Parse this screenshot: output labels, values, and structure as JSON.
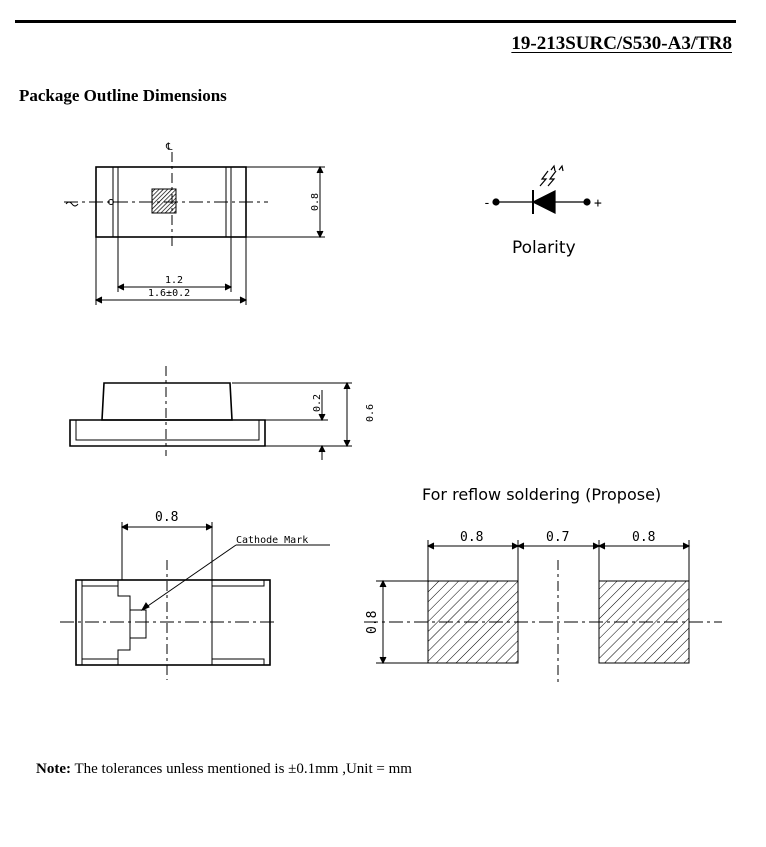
{
  "header": {
    "part_number": "19-213SURC/S530-A3/TR8"
  },
  "section": {
    "title": "Package Outline Dimensions"
  },
  "top_view": {
    "height_dim": "0.8",
    "inner_width_dim": "1.2",
    "total_width_dim": "1.6±0.2",
    "centerline_mark": "℄"
  },
  "side_view": {
    "lens_height_dim": "0.2",
    "total_height_dim": "0.6"
  },
  "polarity": {
    "label": "Polarity",
    "minus": "-",
    "plus": "+"
  },
  "bottom_view": {
    "width_dim": "0.8",
    "cathode_label": "Cathode Mark"
  },
  "soldering": {
    "title": "For reflow soldering (Propose)",
    "pad1_width": "0.8",
    "gap": "0.7",
    "pad2_width": "0.8",
    "pad_height": "0.8"
  },
  "note": {
    "label": "Note:",
    "text": " The tolerances unless mentioned is  ±0.1mm ,Unit = mm"
  }
}
